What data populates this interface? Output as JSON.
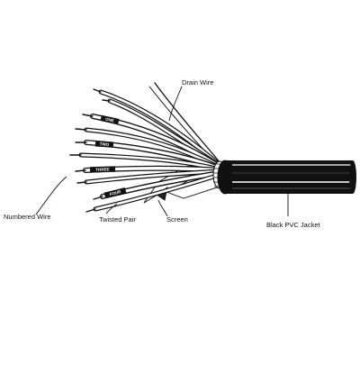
{
  "labels": {
    "drain_wire": "Drain Wire",
    "numbered_wire": "Numbered Wire",
    "twisted_pair": "Twisted Pair",
    "screen": "Screen",
    "jacket": "Black PVC Jacket"
  },
  "wire_markings": {
    "one": "ONE",
    "two": "TWO",
    "three": "THREE",
    "four": "FOUR"
  },
  "colors": {
    "ink": "#111111",
    "background": "#ffffff"
  }
}
